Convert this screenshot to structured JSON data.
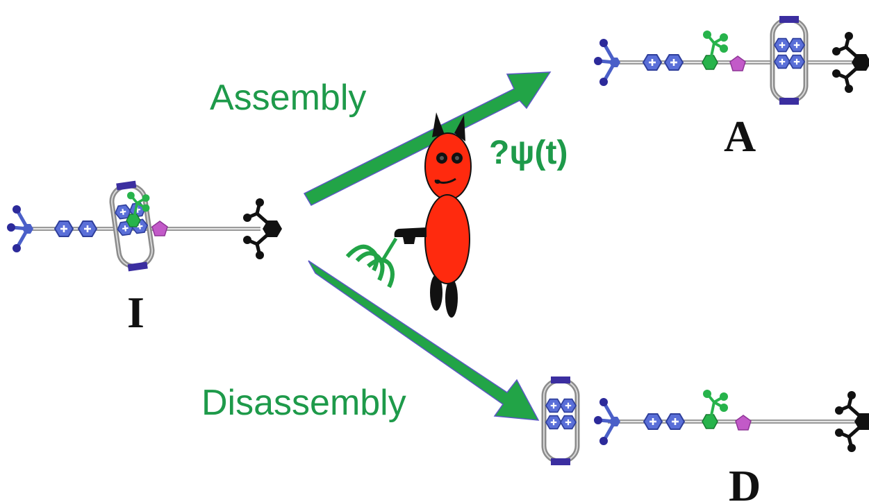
{
  "labels": {
    "assembly": "Assembly",
    "disassembly": "Disassembly",
    "psi": "?ψ(t)",
    "state_I": "I",
    "state_A": "A",
    "state_D": "D"
  },
  "colors": {
    "arrow": "#22a447",
    "label_green": "#1e9a4a",
    "demon": "#ff2a0e",
    "ring_blue": "#5a6fd8",
    "ring_dark": "#3b2ea0",
    "pentagon": "#c25ac8",
    "hexagon_green": "#27b34b",
    "stopper_black": "#111111"
  },
  "icons": [
    "molecular-shuttle-icon",
    "macrocycle-ring-icon",
    "demon-icon",
    "trident-icon"
  ]
}
